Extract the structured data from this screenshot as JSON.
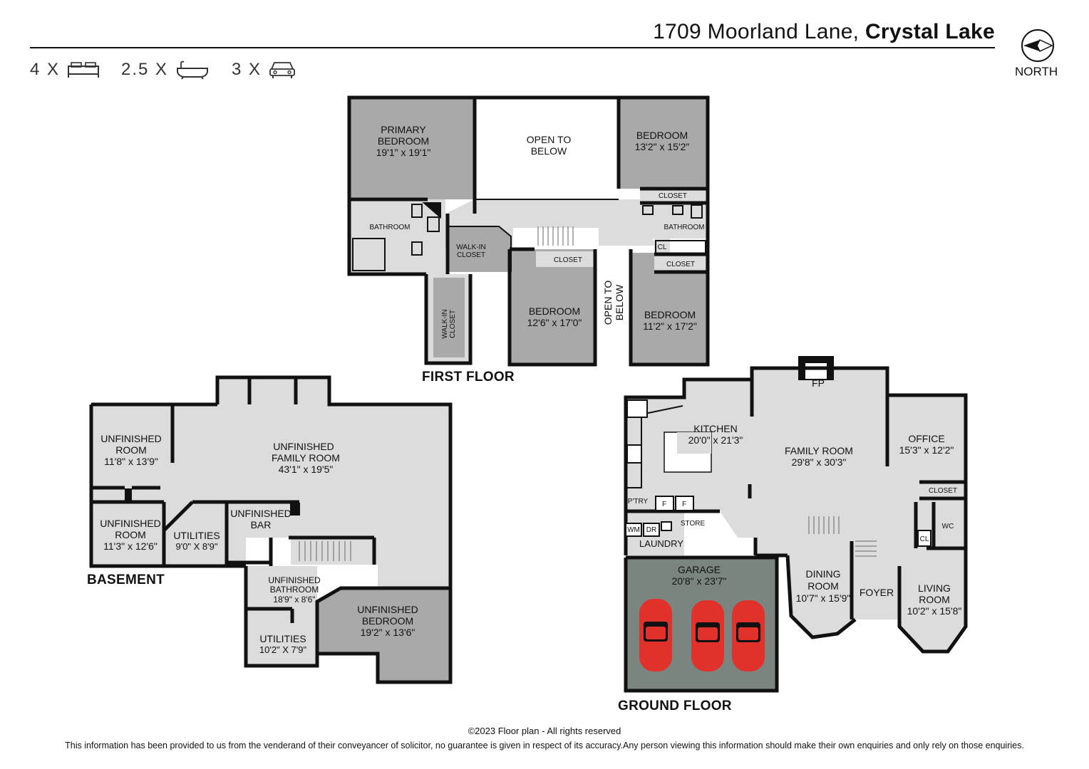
{
  "header": {
    "address_street": "1709 Moorland Lane, ",
    "address_city": "Crystal Lake",
    "compass_label": "NORTH"
  },
  "stats": {
    "beds": "4 X",
    "baths": "2.5 X",
    "cars": "3 X"
  },
  "floors": {
    "first": {
      "label": "FIRST FLOOR",
      "rooms": {
        "primary_name_1": "PRIMARY",
        "primary_name_2": "BEDROOM",
        "primary_size": "19'1\" x 19'1\"",
        "open1_1": "OPEN TO",
        "open1_2": "BELOW",
        "bed2_name": "BEDROOM",
        "bed2_size": "13'2\" x 15'2\"",
        "closet_a": "CLOSET",
        "bath_a": "BATHROOM",
        "bath_b": "BATHROOM",
        "walkin_1": "WALK-IN",
        "walkin_2": "CLOSET",
        "walkin2_1": "WALK-IN",
        "walkin2_2": "CLOSET",
        "cl": "CL",
        "closet_b": "CLOSET",
        "closet_c": "CLOSET",
        "bed3_name": "BEDROOM",
        "bed3_size": "12'6\" x 17'0\"",
        "open2_1": "OPEN TO",
        "open2_2": "BELOW",
        "bed4_name": "BEDROOM",
        "bed4_size": "11'2\" x 17'2\""
      }
    },
    "basement": {
      "label": "BASEMENT",
      "rooms": {
        "unf1_1": "UNFINISHED",
        "unf1_2": "ROOM",
        "unf1_size": "11'8\" x 13'9\"",
        "fam_1": "UNFINISHED",
        "fam_2": "FAMILY ROOM",
        "fam_size": "43'1\" x 19'5\"",
        "unf2_1": "UNFINISHED",
        "unf2_2": "ROOM",
        "unf2_size": "11'3\" x 12'6\"",
        "util1": "UTILITIES",
        "util1_size": "9'0\" X 8'9\"",
        "bar_1": "UNFINISHED",
        "bar_2": "BAR",
        "bath_1": "UNFINISHED",
        "bath_2": "BATHROOM",
        "bath_size": "18'9\" x 8'6\"",
        "util2": "UTILITIES",
        "util2_size": "10'2\" X 7'9\"",
        "bed_1": "UNFINISHED",
        "bed_2": "BEDROOM",
        "bed_size": "19'2\" x 13'6\""
      }
    },
    "ground": {
      "label": "GROUND FLOOR",
      "rooms": {
        "kitchen": "KITCHEN",
        "kitchen_size": "20'0\" x 21'3\"",
        "fp": "FP",
        "family": "FAMILY ROOM",
        "family_size": "29'8\" x 30'3\"",
        "office": "OFFICE",
        "office_size": "15'3\" x 12'2\"",
        "closet": "CLOSET",
        "wc": "WC",
        "cl": "CL",
        "ptry": "P'TRY",
        "f1": "F",
        "f2": "F",
        "wm": "WM",
        "dr": "DR",
        "store": "STORE",
        "laundry": "LAUNDRY",
        "garage": "GARAGE",
        "garage_size": "20'8\" x 23'7\"",
        "dining_1": "DINING",
        "dining_2": "ROOM",
        "dining_size": "10'7\" x 15'9\"",
        "foyer": "FOYER",
        "living_1": "LIVING",
        "living_2": "ROOM",
        "living_size": "10'2\" x 15'8\""
      }
    }
  },
  "footer": {
    "copyright": "©2023 Floor plan  - All rights reserved",
    "disclaimer": "This information has been provided to us from the venderand of their conveyancer of solicitor, no guarantee is given in respect of its accuracy.Any person viewing this information should make their own enquiries and only rely on those enquiries."
  },
  "colors": {
    "room_dark": "#a9a9a9",
    "room_light": "#dcdcdc",
    "wall": "#111111",
    "garage": "#7b8580",
    "car": "#e0312b"
  }
}
